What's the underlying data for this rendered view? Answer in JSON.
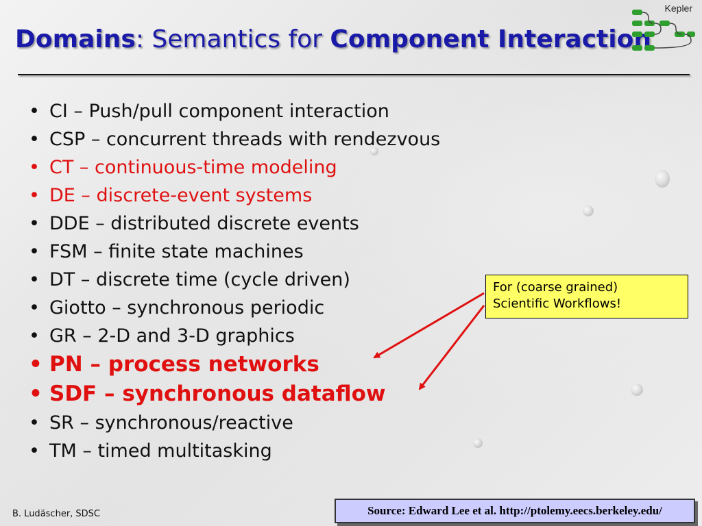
{
  "slide": {
    "title_part1": "Domains",
    "title_colon": ":",
    "title_part2": " Semantics for ",
    "title_part3": "Component Interaction",
    "logo_text": "Kepler",
    "bullets": [
      "CI – Push/pull component interaction",
      "CSP – concurrent threads with rendezvous",
      "CT – continuous-time modeling",
      "DE – discrete-event systems",
      "DDE – distributed discrete events",
      "FSM – finite state machines",
      "DT – discrete time (cycle driven)",
      "Giotto – synchronous periodic",
      "GR – 2-D and 3-D graphics",
      "PN – process networks",
      "SDF – synchronous dataflow",
      "SR – synchronous/reactive",
      "TM – timed multitasking"
    ],
    "bullet_glyph": "•",
    "note_line1": "For (coarse grained)",
    "note_line2": "Scientific Workflows!",
    "footer": "B. Ludäscher, SDSC",
    "source": "Source: Edward Lee et al. http://ptolemy.eecs.berkeley.edu/"
  },
  "colors": {
    "title": "#1a1aa8",
    "highlight": "#e01010",
    "note_bg": "#ffff66",
    "source_bg": "#ccccff",
    "logo_green": "#2e9e2e"
  },
  "icons": {
    "logo": "kepler-logo-icon",
    "arrow": "red-arrow-icon"
  }
}
